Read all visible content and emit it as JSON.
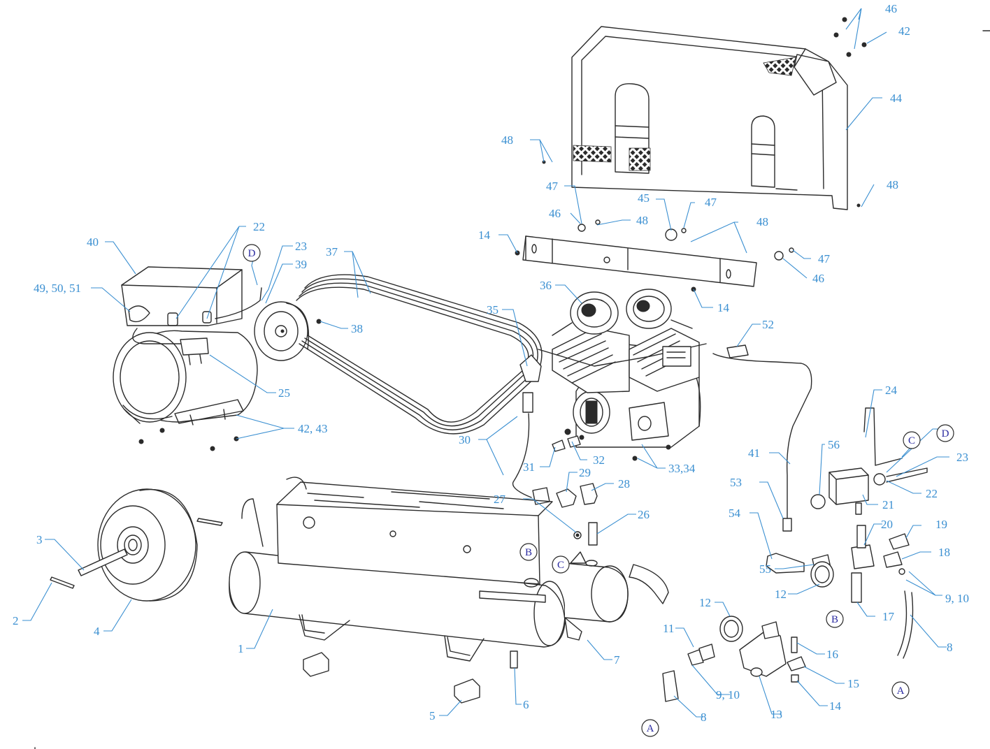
{
  "colors": {
    "callout": "#3a8fd1",
    "line": "#2b2b2b",
    "reference": "#2a2aa0"
  },
  "callouts": [
    {
      "id": "c46a",
      "text": "46"
    },
    {
      "id": "c42a",
      "text": "42"
    },
    {
      "id": "c44",
      "text": "44"
    },
    {
      "id": "c48a",
      "text": "48"
    },
    {
      "id": "c48b",
      "text": "48"
    },
    {
      "id": "c47a",
      "text": "47"
    },
    {
      "id": "c46b",
      "text": "46"
    },
    {
      "id": "c48c",
      "text": "48"
    },
    {
      "id": "c45",
      "text": "45"
    },
    {
      "id": "c47b",
      "text": "47"
    },
    {
      "id": "c48d",
      "text": "48"
    },
    {
      "id": "c14a",
      "text": "14"
    },
    {
      "id": "c47c",
      "text": "47"
    },
    {
      "id": "c46c",
      "text": "46"
    },
    {
      "id": "c14b",
      "text": "14"
    },
    {
      "id": "c22a",
      "text": "22"
    },
    {
      "id": "c40",
      "text": "40"
    },
    {
      "id": "c23a",
      "text": "23"
    },
    {
      "id": "c39",
      "text": "39"
    },
    {
      "id": "c37",
      "text": "37"
    },
    {
      "id": "c4950",
      "text": "49, 50, 51"
    },
    {
      "id": "c36",
      "text": "36"
    },
    {
      "id": "c35",
      "text": "35"
    },
    {
      "id": "c38",
      "text": "38"
    },
    {
      "id": "c52",
      "text": "52"
    },
    {
      "id": "c25",
      "text": "25"
    },
    {
      "id": "c24",
      "text": "24"
    },
    {
      "id": "c4243",
      "text": "42, 43"
    },
    {
      "id": "c30",
      "text": "30"
    },
    {
      "id": "c31",
      "text": "31"
    },
    {
      "id": "c32",
      "text": "32"
    },
    {
      "id": "c3334",
      "text": "33,34"
    },
    {
      "id": "c41",
      "text": "41"
    },
    {
      "id": "c56",
      "text": "56"
    },
    {
      "id": "c23b",
      "text": "23"
    },
    {
      "id": "c29",
      "text": "29"
    },
    {
      "id": "c28",
      "text": "28"
    },
    {
      "id": "c53",
      "text": "53"
    },
    {
      "id": "c21",
      "text": "21"
    },
    {
      "id": "c22b",
      "text": "22"
    },
    {
      "id": "c27",
      "text": "27"
    },
    {
      "id": "c26",
      "text": "26"
    },
    {
      "id": "c54",
      "text": "54"
    },
    {
      "id": "c20",
      "text": "20"
    },
    {
      "id": "c19",
      "text": "19"
    },
    {
      "id": "c3",
      "text": "3"
    },
    {
      "id": "c18",
      "text": "18"
    },
    {
      "id": "c55",
      "text": "55"
    },
    {
      "id": "c12a",
      "text": "12"
    },
    {
      "id": "c910a",
      "text": "9, 10"
    },
    {
      "id": "c2",
      "text": "2"
    },
    {
      "id": "c4",
      "text": "4"
    },
    {
      "id": "c12b",
      "text": "12"
    },
    {
      "id": "c17",
      "text": "17"
    },
    {
      "id": "c11",
      "text": "11"
    },
    {
      "id": "c7",
      "text": "7"
    },
    {
      "id": "c8a",
      "text": "8"
    },
    {
      "id": "c1",
      "text": "1"
    },
    {
      "id": "c16",
      "text": "16"
    },
    {
      "id": "c15",
      "text": "15"
    },
    {
      "id": "c910b",
      "text": "9, 10"
    },
    {
      "id": "c6",
      "text": "6"
    },
    {
      "id": "c14c",
      "text": "14"
    },
    {
      "id": "c8b",
      "text": "8"
    },
    {
      "id": "c13",
      "text": "13"
    },
    {
      "id": "c5",
      "text": "5"
    }
  ],
  "references": [
    {
      "id": "rD1",
      "text": "D"
    },
    {
      "id": "rC1",
      "text": "C"
    },
    {
      "id": "rD2",
      "text": "D"
    },
    {
      "id": "rB1",
      "text": "B"
    },
    {
      "id": "rC2",
      "text": "C"
    },
    {
      "id": "rB2",
      "text": "B"
    },
    {
      "id": "rA1",
      "text": "A"
    },
    {
      "id": "rA2",
      "text": "A"
    }
  ]
}
